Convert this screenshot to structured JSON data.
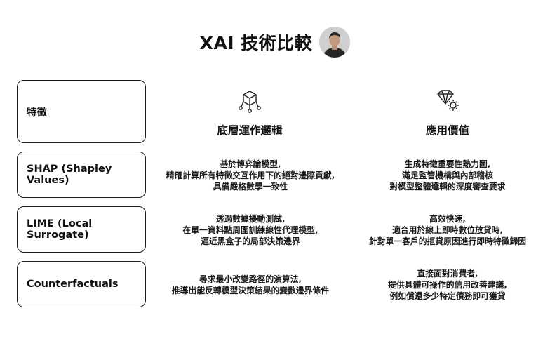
{
  "title": "XAI 技術比較",
  "header_label": "特徵",
  "columns": [
    {
      "title": "底層運作邏輯",
      "icon": "cube-network-icon"
    },
    {
      "title": "應用價值",
      "icon": "gem-gear-icon"
    }
  ],
  "rows": [
    {
      "name": "SHAP (Shapley Values)",
      "logic": [
        "基於博弈論模型,",
        "精確計算所有特徵交互作用下的絕對邊際貢獻,",
        "具備嚴格數學一致性"
      ],
      "value": [
        "生成特徵重要性熱力圖,",
        "滿足監管機構與內部稽核",
        "對模型整體邏輯的深度審查要求"
      ]
    },
    {
      "name": "LIME (Local Surrogate)",
      "logic": [
        "透過數據擾動測試,",
        "在單一資料點周圍訓練線性代理模型,",
        "逼近黑盒子的局部決策邊界"
      ],
      "value": [
        "高效快速,",
        "適合用於線上即時數位放貸時,",
        "針對單一客戶的拒貸原因進行即時特徵歸因"
      ]
    },
    {
      "name": "Counterfactuals",
      "logic": [
        "尋求最小改變路徑的演算法,",
        "推導出能反轉模型決策結果的變數邊界條件"
      ],
      "value": [
        "直接面對消費者,",
        "提供具體可操作的信用改善建議,",
        "例如償還多少特定債務即可獲貸"
      ]
    }
  ]
}
